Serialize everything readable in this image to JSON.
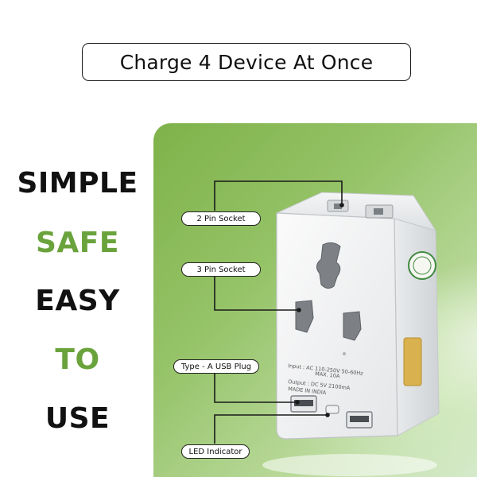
{
  "title": "Charge 4 Device At Once",
  "words": [
    {
      "text": "SIMPLE",
      "color": "#111111"
    },
    {
      "text": "SAFE",
      "color": "#6aa33c"
    },
    {
      "text": "EASY",
      "color": "#111111"
    },
    {
      "text": "TO",
      "color": "#6aa33c"
    },
    {
      "text": "USE",
      "color": "#111111"
    }
  ],
  "callouts": {
    "two_pin": "2 Pin Socket",
    "three_pin": "3 Pin Socket",
    "usb": "Type - A USB Plug",
    "led": "LED Indicator"
  },
  "device_text": {
    "line1": "Input :   AC 110-250V  50-60Hz",
    "line2": "MAX. 10A",
    "line3": "Output :   DC 5V  2100mA",
    "line4": "MADE IN INDIA"
  },
  "colors": {
    "accent_green": "#6aa33c",
    "panel_green": "#8fbf5e",
    "text_dark": "#111111"
  }
}
